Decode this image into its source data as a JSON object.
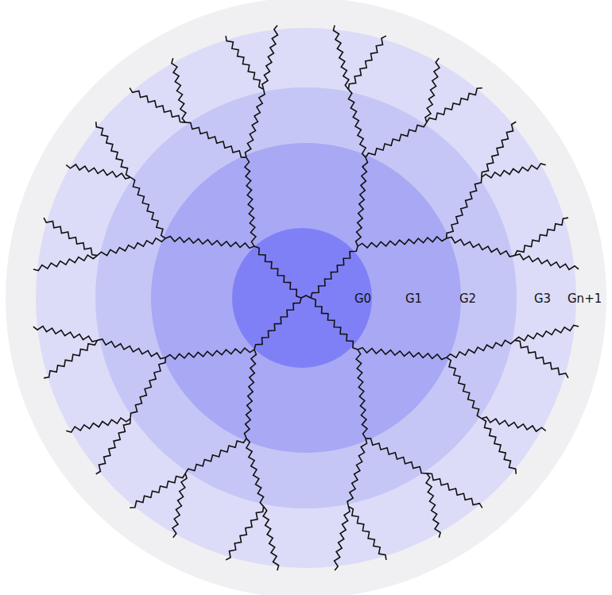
{
  "diagram": {
    "labels": [
      "G0",
      "G1",
      "G2",
      "G3",
      "Gn+1"
    ]
  }
}
